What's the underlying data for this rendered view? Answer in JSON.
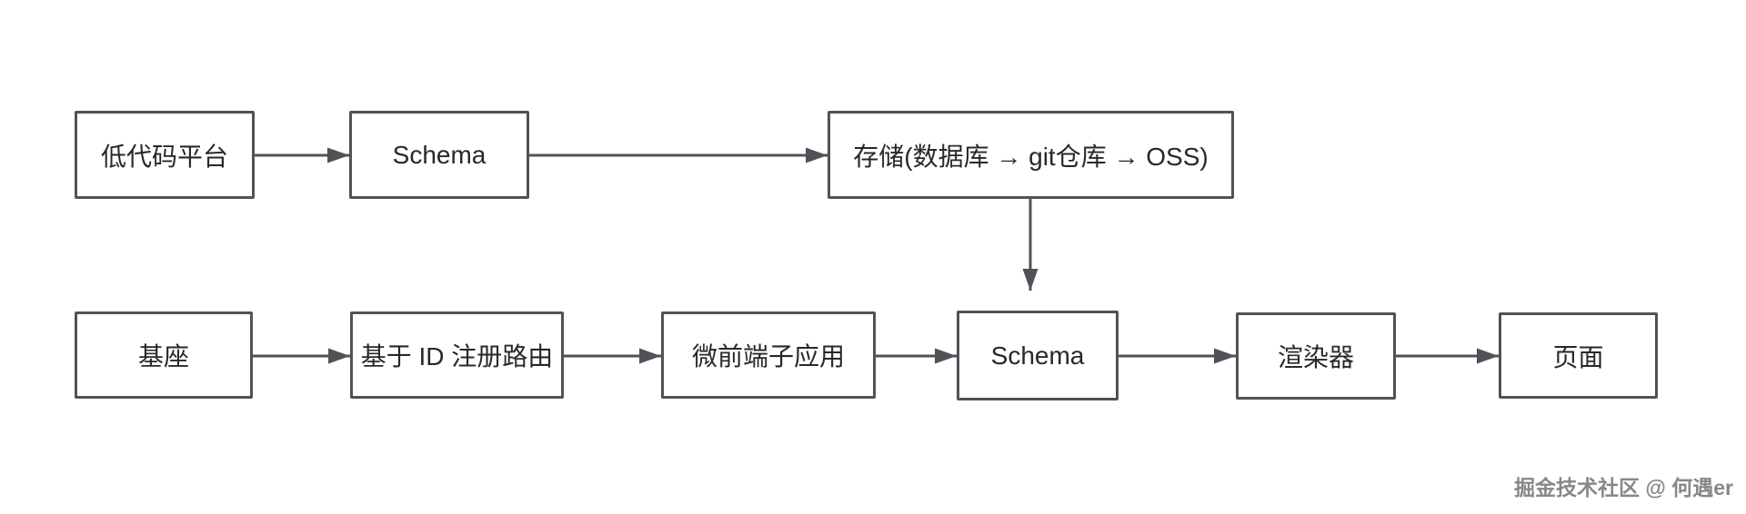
{
  "diagram": {
    "title": "low-code schema flow",
    "colors": {
      "background": "#ffffff",
      "box_border": "#515257",
      "box_text": "#28282a",
      "arrow": "#515257",
      "watermark_text": "#88888b"
    },
    "nodes": {
      "lowcode": {
        "label": "低代码平台"
      },
      "schema_top": {
        "label": "Schema"
      },
      "storage": {
        "label": "存储(数据库 → git仓库 → OSS)"
      },
      "base": {
        "label": "基座"
      },
      "route": {
        "label": "基于 ID 注册路由"
      },
      "micro": {
        "label": "微前端子应用"
      },
      "schema_bottom": {
        "label": "Schema"
      },
      "renderer": {
        "label": "渲染器"
      },
      "page": {
        "label": "页面"
      }
    },
    "edges": [
      {
        "from": "lowcode",
        "to": "schema_top"
      },
      {
        "from": "schema_top",
        "to": "storage"
      },
      {
        "from": "storage",
        "to": "schema_bottom"
      },
      {
        "from": "base",
        "to": "route"
      },
      {
        "from": "route",
        "to": "micro"
      },
      {
        "from": "micro",
        "to": "schema_bottom"
      },
      {
        "from": "schema_bottom",
        "to": "renderer"
      },
      {
        "from": "renderer",
        "to": "page"
      }
    ]
  },
  "watermark": {
    "text": "掘金技术社区 @ 何遇er"
  }
}
